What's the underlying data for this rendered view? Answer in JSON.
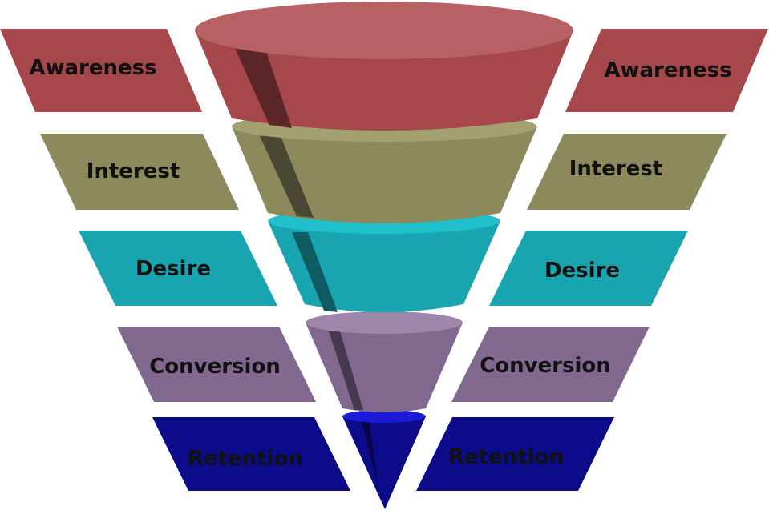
{
  "diagram": {
    "type": "marketing-funnel",
    "stages": [
      {
        "label": "Awareness",
        "color": "#a5474b",
        "top_color": "#b86164",
        "band_color": "#5c2628"
      },
      {
        "label": "Interest",
        "color": "#8c8a5c",
        "top_color": "#a4a170",
        "band_color": "#4a4832"
      },
      {
        "label": "Desire",
        "color": "#19a5b0",
        "top_color": "#1fbfcc",
        "band_color": "#0e5b62"
      },
      {
        "label": "Conversion",
        "color": "#80688e",
        "top_color": "#9d86aa",
        "band_color": "#46384f"
      },
      {
        "label": "Retention",
        "color": "#0c0c8a",
        "top_color": "#1a1ad8",
        "band_color": "#050540"
      }
    ]
  }
}
